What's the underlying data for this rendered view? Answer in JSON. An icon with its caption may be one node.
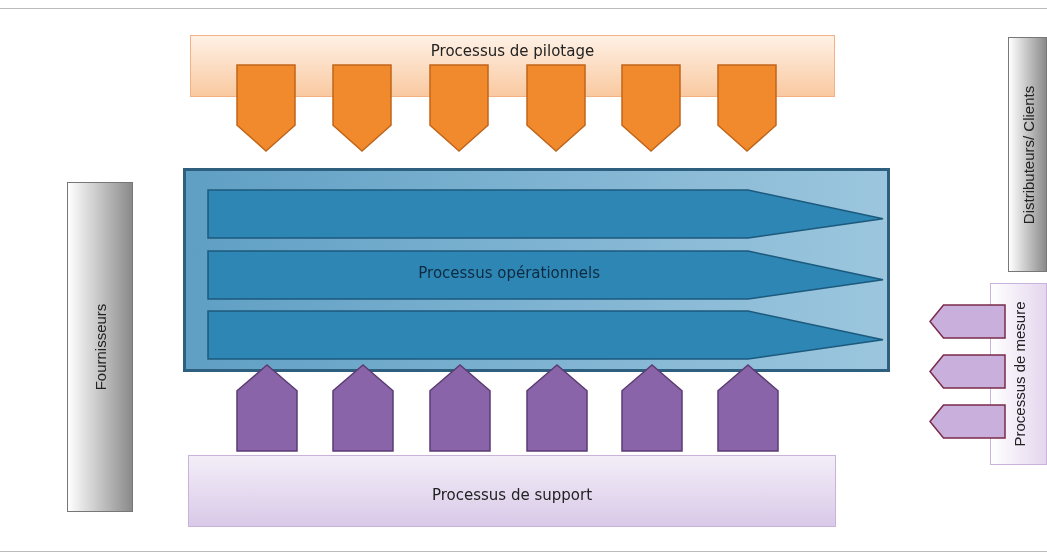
{
  "diagram": {
    "nodes": [
      {
        "text": [
          "Processus de pilotage"
        ]
      },
      {
        "text": [],
        "shape": "pentagon"
      },
      {
        "text": [],
        "shape": "pentagon"
      },
      {
        "text": [],
        "shape": "pentagon"
      },
      {
        "text": [],
        "shape": "pentagon"
      },
      {
        "text": [],
        "shape": "pentagon"
      },
      {
        "text": [],
        "shape": "pentagon"
      },
      {
        "text": [
          "Distributeurs/ Clients"
        ]
      },
      {
        "text": [
          "Fournisseurs"
        ]
      },
      {
        "text": [],
        "shape": "box"
      },
      {
        "text": [],
        "shape": "arrow",
        "in": 9
      },
      {
        "text": [
          "Processus opérationnels"
        ],
        "in": 9
      },
      {
        "text": [],
        "shape": "arrow",
        "in": 9
      },
      {
        "text": [
          "Processus de mesure"
        ]
      },
      {
        "text": [],
        "shape": "arrow"
      },
      {
        "text": [],
        "shape": "arrow"
      },
      {
        "text": [],
        "shape": "arrow"
      },
      {
        "text": [
          "Processus de support"
        ]
      },
      {
        "text": [],
        "shape": "pentagon"
      },
      {
        "text": [],
        "shape": "pentagon"
      },
      {
        "text": [],
        "shape": "pentagon"
      },
      {
        "text": [],
        "shape": "pentagon"
      },
      {
        "text": [],
        "shape": "pentagon"
      },
      {
        "text": [],
        "shape": "pentagon"
      }
    ]
  }
}
